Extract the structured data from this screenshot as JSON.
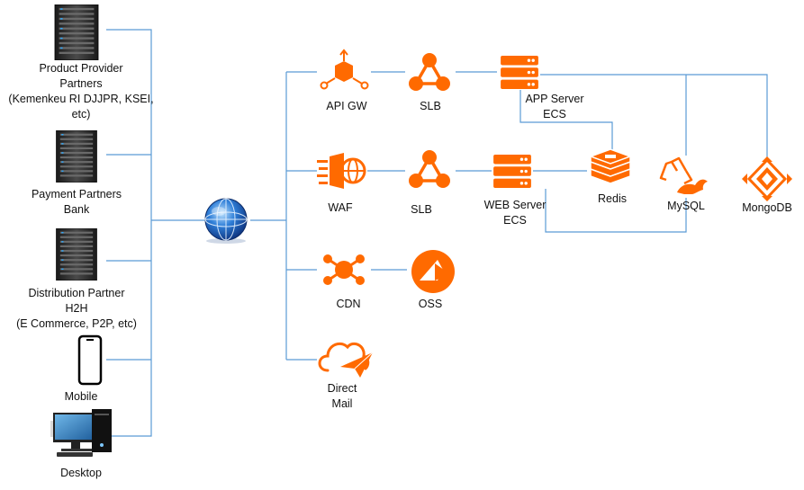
{
  "colors": {
    "orange": "#FF6A00",
    "connector": "#5B9BD5",
    "server": "#2b2b2b",
    "text": "#111111"
  },
  "clients": {
    "product_provider": {
      "icon": "server-rack-icon",
      "lines": [
        "Product Provider",
        "Partners",
        "(Kemenkeu RI DJJPR, KSEI,",
        "etc)"
      ]
    },
    "payment": {
      "icon": "server-rack-icon",
      "lines": [
        "Payment Partners",
        "Bank"
      ]
    },
    "distribution": {
      "icon": "server-rack-icon",
      "lines": [
        "Distribution Partner",
        "H2H",
        "(E Commerce, P2P, etc)"
      ]
    },
    "mobile": {
      "icon": "smartphone-icon",
      "lines": [
        "Mobile"
      ]
    },
    "desktop": {
      "icon": "desktop-computer-icon",
      "lines": [
        "Desktop"
      ]
    }
  },
  "internet": {
    "icon": "globe-icon"
  },
  "services": {
    "api_gw": {
      "icon": "api-gateway-icon",
      "lines": [
        "API GW"
      ]
    },
    "slb_api": {
      "icon": "load-balancer-icon",
      "lines": [
        "SLB"
      ]
    },
    "app_server": {
      "icon": "ecs-server-icon",
      "lines": [
        "APP Server",
        "ECS"
      ]
    },
    "waf": {
      "icon": "waf-icon",
      "lines": [
        "WAF"
      ]
    },
    "slb_web": {
      "icon": "load-balancer-icon",
      "lines": [
        "SLB"
      ]
    },
    "web_server": {
      "icon": "ecs-server-icon",
      "lines": [
        "WEB Server",
        "ECS"
      ]
    },
    "redis": {
      "icon": "redis-icon",
      "lines": [
        "Redis"
      ]
    },
    "mysql": {
      "icon": "mysql-icon",
      "lines": [
        "MySQL"
      ]
    },
    "mongodb": {
      "icon": "mongodb-icon",
      "lines": [
        "MongoDB"
      ]
    },
    "cdn": {
      "icon": "cdn-icon",
      "lines": [
        "CDN"
      ]
    },
    "oss": {
      "icon": "oss-icon",
      "lines": [
        "OSS"
      ]
    },
    "direct_mail": {
      "icon": "direct-mail-icon",
      "lines": [
        "Direct",
        "Mail"
      ]
    }
  }
}
